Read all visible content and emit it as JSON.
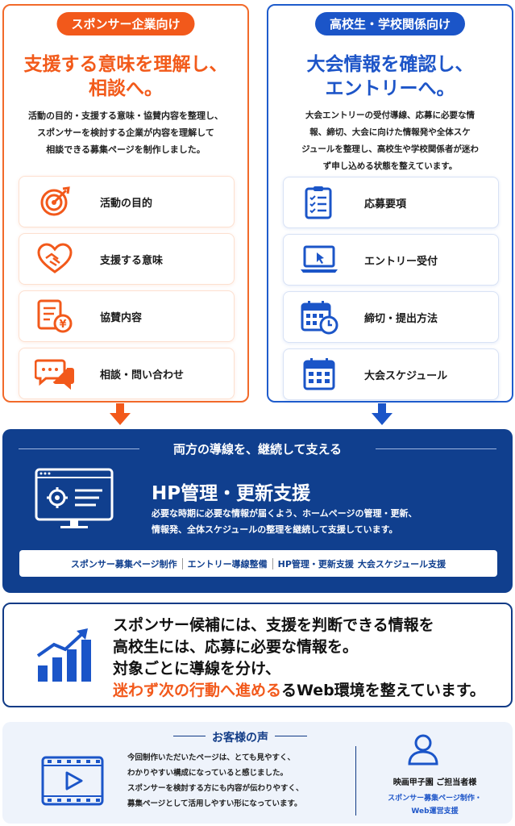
{
  "sponsor": {
    "pill": "スポンサー企業向け",
    "headline_line1": "支援する意味を理解し、",
    "headline_line2": "相談へ。",
    "desc_line1": "活動の目的・支援する意味・協賛内容を整理し、",
    "desc_line2": "スポンサーを検討する企業が内容を理解して",
    "desc_line3": "相談できる募集ページを制作しました。",
    "items": [
      {
        "label": "活動の目的",
        "icon": "target-icon"
      },
      {
        "label": "支援する意味",
        "icon": "heart-handshake-icon"
      },
      {
        "label": "協賛内容",
        "icon": "yen-document-icon"
      },
      {
        "label": "相談・問い合わせ",
        "icon": "chat-bubbles-icon"
      }
    ],
    "color": "#f2591b"
  },
  "student": {
    "pill": "高校生・学校関係向け",
    "headline_line1": "大会情報を確認し、",
    "headline_line2": "エントリーへ。",
    "desc_line1": "大会エントリーの受付導線、応募に必要な情",
    "desc_line2": "報、締切、大会に向けた情報発や全体スケ",
    "desc_line3": "ジュールを整理し、高校生や学校関係者が迷わ",
    "desc_line4": "ず申し込める状態を整えています。",
    "items": [
      {
        "label": "応募要項",
        "icon": "checklist-icon"
      },
      {
        "label": "エントリー受付",
        "icon": "laptop-cursor-icon"
      },
      {
        "label": "締切・提出方法",
        "icon": "calendar-clock-icon"
      },
      {
        "label": "大会スケジュール",
        "icon": "calendar-icon"
      }
    ],
    "color": "#1b55c8"
  },
  "support": {
    "title": "両方の導線を、継続して支える",
    "heading": "HP管理・更新支援",
    "body_line1": "必要な時期に必要な情報が届くよう、ホームページの管理・更新、",
    "body_line2": "情報発、全体スケジュールの整理を継続して支援しています。",
    "tags": [
      "スポンサー募集ページ制作",
      "エントリー導線整備",
      "HP管理・更新支援",
      "大会スケジュール支援"
    ],
    "color": "#103f8e"
  },
  "strategy": {
    "line1": "スポンサー候補には、支援を判断できる情報を",
    "line2": "高校生には、応募に必要な情報を。",
    "line3": "対象ごとに導線を分け、",
    "line4_highlight": "迷わず次の行動へ進める",
    "line4_rest": "るWeb環境を整えています。"
  },
  "voice": {
    "title": "お客様の声",
    "line1": "今回制作いただいたページは、とても見やすく、",
    "line2": "わかりやすい構成になっていると感じました。",
    "line3": "スポンサーを検討する方にも内容が伝わりやすく、",
    "line4": "募集ページとして活用しやすい形になっています。",
    "client": "映画甲子園 ご担当者様",
    "work_line1": "スポンサー募集ページ制作・",
    "work_line2": "Web運営支援"
  }
}
